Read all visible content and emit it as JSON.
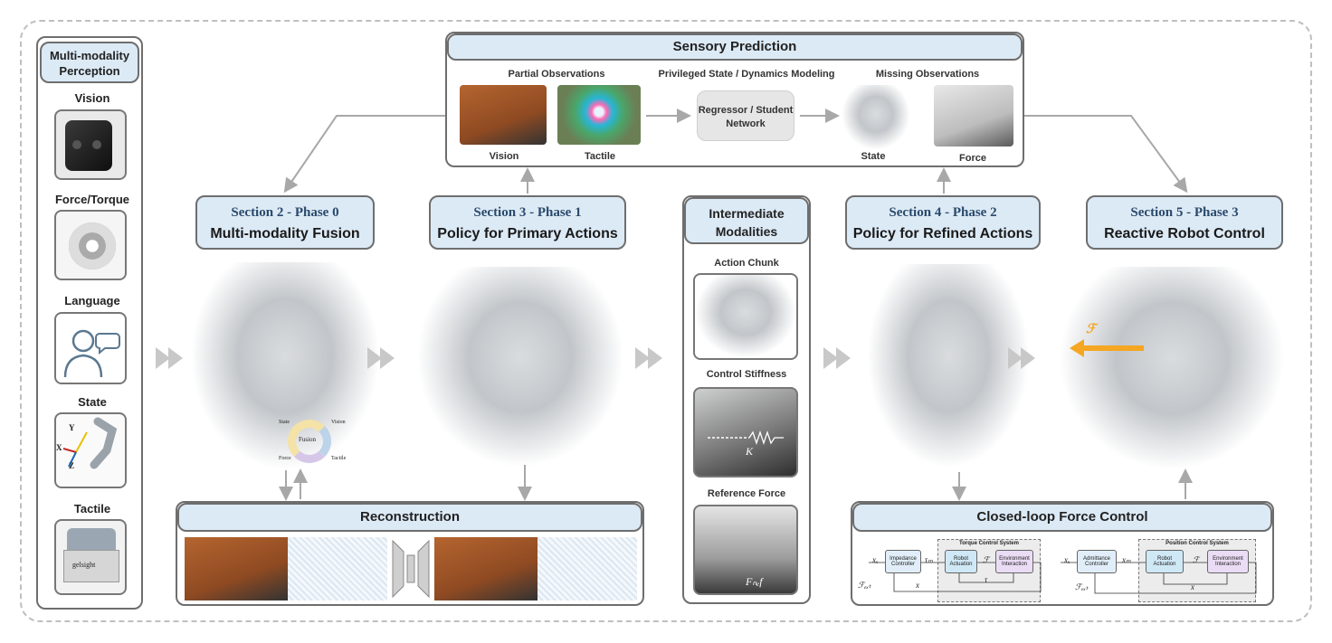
{
  "perception": {
    "title": "Multi-modality Perception",
    "items": [
      "Vision",
      "Force/Torque",
      "Language",
      "State",
      "Tactile"
    ],
    "state_axes": [
      "Y",
      "X",
      "Z"
    ],
    "tactile_brand": "gelsight"
  },
  "sensory": {
    "title": "Sensory Prediction",
    "partial": "Partial Observations",
    "privileged": "Privileged State / Dynamics Modeling",
    "missing": "Missing Observations",
    "regressor": "Regressor / Student Network",
    "vision": "Vision",
    "tactile": "Tactile",
    "state": "State",
    "force": "Force"
  },
  "sections": [
    {
      "title": "Section 2 - Phase  0",
      "subtitle": "Multi-modality Fusion"
    },
    {
      "title": "Section 3 - Phase  1",
      "subtitle": "Policy for Primary Actions"
    },
    {
      "title": "Section 4 - Phase  2",
      "subtitle": "Policy for Refined Actions"
    },
    {
      "title": "Section 5 - Phase  3",
      "subtitle": "Reactive Robot Control"
    }
  ],
  "fusion": {
    "center": "Fusion",
    "state": "State",
    "vision": "Vision",
    "force": "Force",
    "tactile": "Tactile"
  },
  "intermediate": {
    "title": "Intermediate Modalities",
    "action_chunk": "Action Chunk",
    "control_stiffness": "Control Stiffness",
    "reference_force": "Reference Force",
    "k": "K",
    "fref": "Fₙₑf"
  },
  "reconstruction": {
    "title": "Reconstruction"
  },
  "force_control": {
    "title": "Closed-loop Force Control",
    "torque_system": "Torque Control System",
    "position_system": "Position Control System",
    "impedance": "Impedance Controller",
    "admittance": "Admittance Controller",
    "robot_actuation": "Robot Actuation",
    "env_interaction": "Environment Interaction",
    "xd": "xₓ",
    "tau_m": "τₘ",
    "x_m": "xₘ",
    "F": "ℱ",
    "F_ext": "ℱₑₓₜ",
    "x": "x",
    "tau": "τ"
  },
  "reactive": {
    "F": "ℱ"
  },
  "colors": {
    "header_bg": "#dceaf6",
    "border": "#6e6e6e",
    "arrow": "#a8a8a8",
    "force_arrow": "#f5a623"
  }
}
